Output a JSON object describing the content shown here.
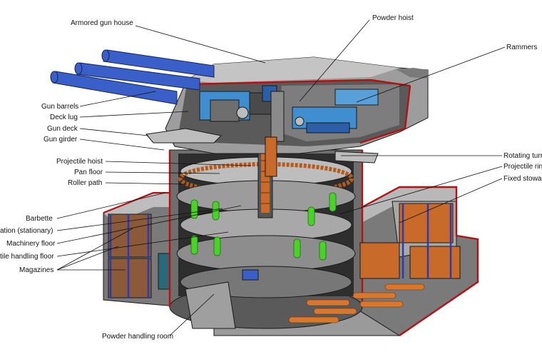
{
  "labels": {
    "armored_gun_house": "Armored gun house",
    "powder_hoist": "Powder hoist",
    "rammers": "Rammers",
    "gun_barrels": "Gun barrels",
    "deck_lug": "Deck lug",
    "gun_deck": "Gun deck",
    "gun_girder": "Gun girder",
    "rotating_turret": "Rotating turr",
    "projectile_ring": "Projectile rin",
    "fixed_stowage": "Fixed stowag",
    "projectile_hoist": "Projectile hoist",
    "pan_floor": "Pan floor",
    "roller_path": "Roller path",
    "barbette": "Barbette",
    "foundation": "ation (stationary)",
    "machinery_floor": "Machinery floor",
    "projectile_handling_floor": "tile handling floor",
    "magazines": "Magazines",
    "powder_handling_room": "Powder handling room"
  },
  "colors": {
    "armor": "#8a8a8a",
    "armor_dark": "#5f5f5f",
    "armor_light": "#c9c9c9",
    "barrels": "#3a5fc8",
    "machinery": "#3f8fd0",
    "section_cut": "#b31212",
    "shells": "#cc6a2a",
    "powder_bags": "#4bd12a",
    "rails": "#2b3bb0"
  }
}
